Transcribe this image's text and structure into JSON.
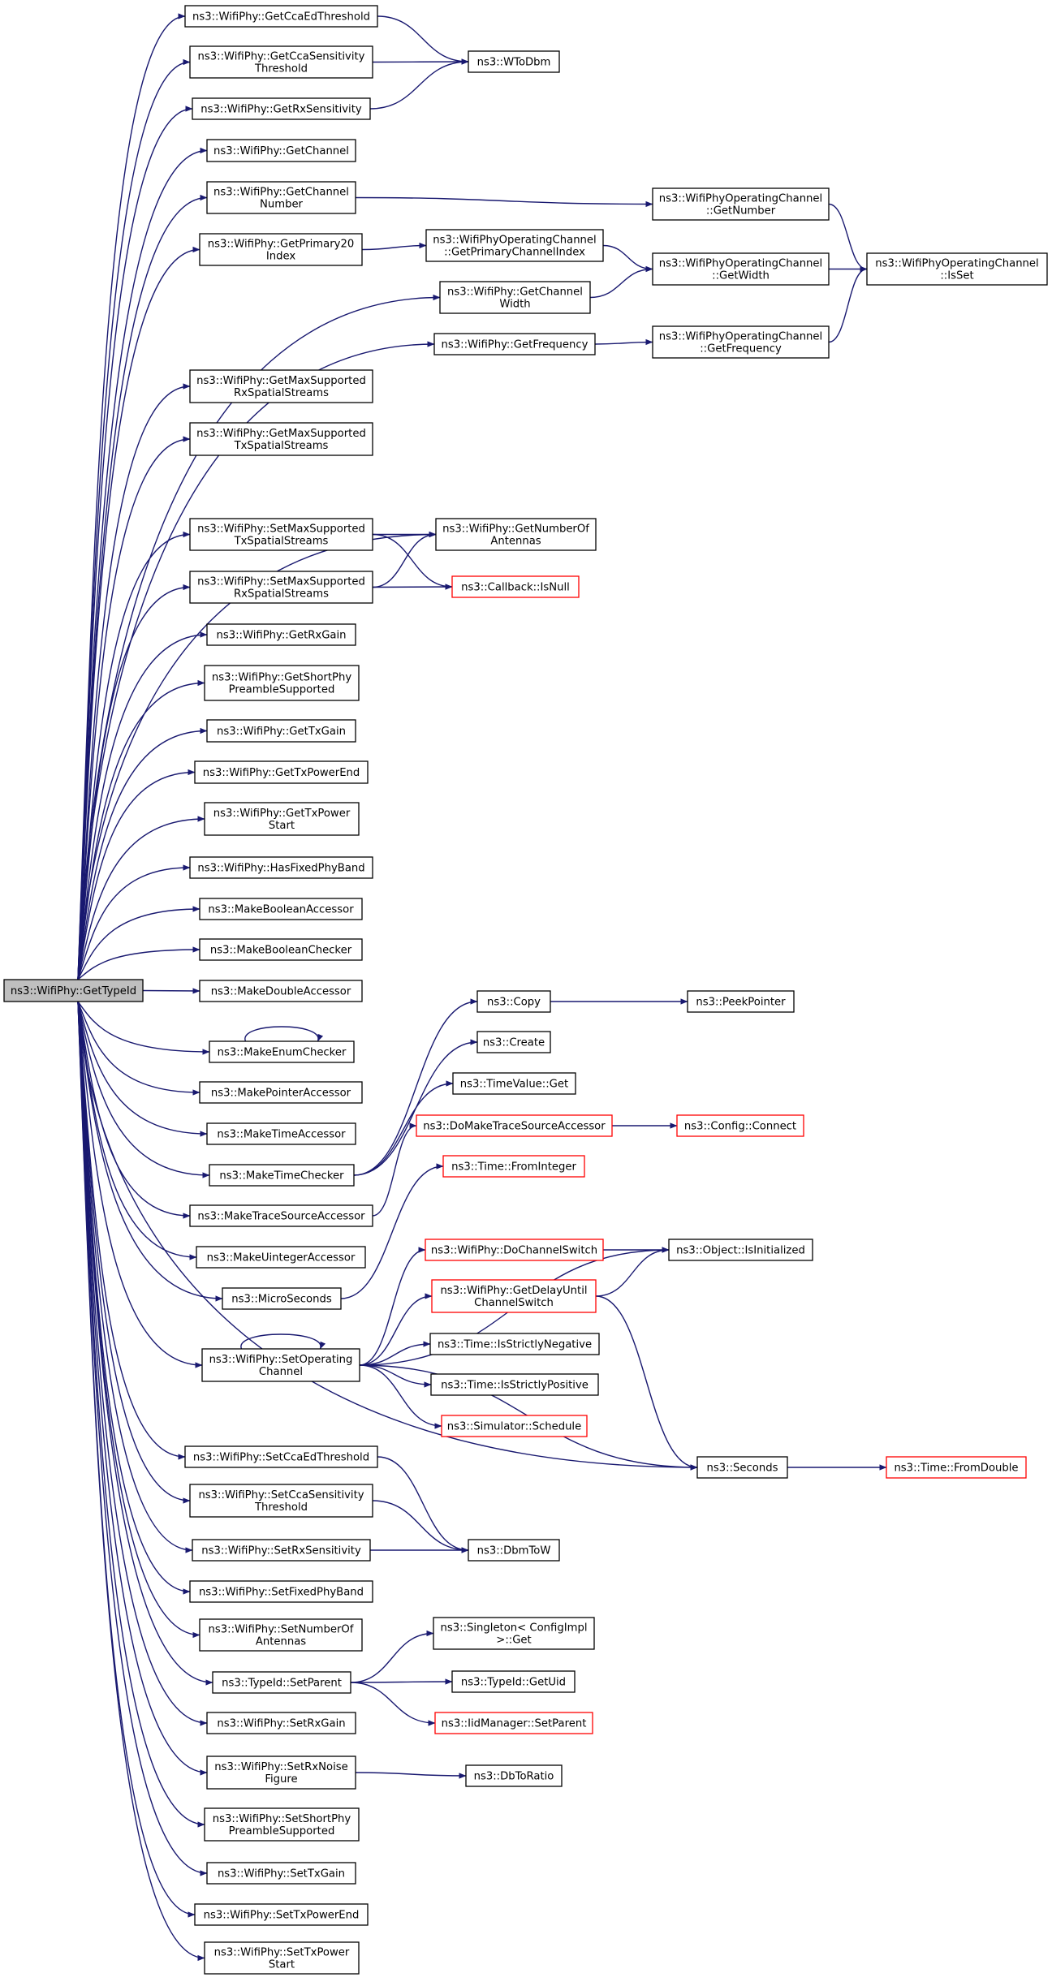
{
  "colors": {
    "edge": "#191970",
    "node_border": "#000000",
    "node_border_truncated": "#ff0000",
    "root_fill": "#bfbfbf",
    "node_fill": "#ffffff"
  },
  "root": "root",
  "nodes": {
    "root": {
      "label": [
        "ns3::WifiPhy::GetTypeId"
      ],
      "style": "root"
    },
    "getCcaEdThreshold": {
      "label": [
        "ns3::WifiPhy::GetCcaEdThreshold"
      ]
    },
    "getCcaSensitivityThreshold": {
      "label": [
        "ns3::WifiPhy::GetCcaSensitivity",
        "Threshold"
      ]
    },
    "wToDbm": {
      "label": [
        "ns3::WToDbm"
      ]
    },
    "getRxSensitivity": {
      "label": [
        "ns3::WifiPhy::GetRxSensitivity"
      ]
    },
    "getChannel": {
      "label": [
        "ns3::WifiPhy::GetChannel"
      ]
    },
    "getChannelNumber": {
      "label": [
        "ns3::WifiPhy::GetChannel",
        "Number"
      ]
    },
    "opGetNumber": {
      "label": [
        "ns3::WifiPhyOperatingChannel",
        "::GetNumber"
      ]
    },
    "getPrimary20Index": {
      "label": [
        "ns3::WifiPhy::GetPrimary20",
        "Index"
      ]
    },
    "opGetPrimaryChannelIndex": {
      "label": [
        "ns3::WifiPhyOperatingChannel",
        "::GetPrimaryChannelIndex"
      ]
    },
    "opGetWidth": {
      "label": [
        "ns3::WifiPhyOperatingChannel",
        "::GetWidth"
      ]
    },
    "opIsSet": {
      "label": [
        "ns3::WifiPhyOperatingChannel",
        "::IsSet"
      ]
    },
    "getChannelWidth": {
      "label": [
        "ns3::WifiPhy::GetChannel",
        "Width"
      ]
    },
    "getFrequency": {
      "label": [
        "ns3::WifiPhy::GetFrequency"
      ]
    },
    "opGetFrequency": {
      "label": [
        "ns3::WifiPhyOperatingChannel",
        "::GetFrequency"
      ]
    },
    "getMaxRx": {
      "label": [
        "ns3::WifiPhy::GetMaxSupported",
        "RxSpatialStreams"
      ]
    },
    "getMaxTx": {
      "label": [
        "ns3::WifiPhy::GetMaxSupported",
        "TxSpatialStreams"
      ]
    },
    "setMaxTx": {
      "label": [
        "ns3::WifiPhy::SetMaxSupported",
        "TxSpatialStreams"
      ]
    },
    "getNumAnt": {
      "label": [
        "ns3::WifiPhy::GetNumberOf",
        "Antennas"
      ]
    },
    "setMaxRx": {
      "label": [
        "ns3::WifiPhy::SetMaxSupported",
        "RxSpatialStreams"
      ]
    },
    "cbIsNull": {
      "label": [
        "ns3::Callback::IsNull"
      ],
      "style": "truncated"
    },
    "getRxGain": {
      "label": [
        "ns3::WifiPhy::GetRxGain"
      ]
    },
    "getShortPhy": {
      "label": [
        "ns3::WifiPhy::GetShortPhy",
        "PreambleSupported"
      ]
    },
    "getTxGain": {
      "label": [
        "ns3::WifiPhy::GetTxGain"
      ]
    },
    "getTxPowerEnd": {
      "label": [
        "ns3::WifiPhy::GetTxPowerEnd"
      ]
    },
    "getTxPowerStart": {
      "label": [
        "ns3::WifiPhy::GetTxPower",
        "Start"
      ]
    },
    "hasFixedPhyBand": {
      "label": [
        "ns3::WifiPhy::HasFixedPhyBand"
      ]
    },
    "makeBoolAcc": {
      "label": [
        "ns3::MakeBooleanAccessor"
      ]
    },
    "makeBoolChk": {
      "label": [
        "ns3::MakeBooleanChecker"
      ]
    },
    "makeDblAcc": {
      "label": [
        "ns3::MakeDoubleAccessor"
      ]
    },
    "copy": {
      "label": [
        "ns3::Copy"
      ]
    },
    "peekPointer": {
      "label": [
        "ns3::PeekPointer"
      ]
    },
    "makeEnumChk": {
      "label": [
        "ns3::MakeEnumChecker"
      ]
    },
    "create": {
      "label": [
        "ns3::Create"
      ]
    },
    "makePtrAcc": {
      "label": [
        "ns3::MakePointerAccessor"
      ]
    },
    "timeValueGet": {
      "label": [
        "ns3::TimeValue::Get"
      ]
    },
    "makeTimeAcc": {
      "label": [
        "ns3::MakeTimeAccessor"
      ]
    },
    "doMakeTrace": {
      "label": [
        "ns3::DoMakeTraceSourceAccessor"
      ],
      "style": "truncated"
    },
    "configConnect": {
      "label": [
        "ns3::Config::Connect"
      ],
      "style": "truncated"
    },
    "makeTimeChk": {
      "label": [
        "ns3::MakeTimeChecker"
      ]
    },
    "timeFromInteger": {
      "label": [
        "ns3::Time::FromInteger"
      ],
      "style": "truncated"
    },
    "makeTraceAcc": {
      "label": [
        "ns3::MakeTraceSourceAccessor"
      ]
    },
    "makeUintAcc": {
      "label": [
        "ns3::MakeUintegerAccessor"
      ]
    },
    "doChannelSwitch": {
      "label": [
        "ns3::WifiPhy::DoChannelSwitch"
      ],
      "style": "truncated"
    },
    "objIsInit": {
      "label": [
        "ns3::Object::IsInitialized"
      ]
    },
    "microSeconds": {
      "label": [
        "ns3::MicroSeconds"
      ]
    },
    "getDelayUntil": {
      "label": [
        "ns3::WifiPhy::GetDelayUntil",
        "ChannelSwitch"
      ],
      "style": "truncated"
    },
    "setOpChannel": {
      "label": [
        "ns3::WifiPhy::SetOperating",
        "Channel"
      ]
    },
    "isStrictlyNeg": {
      "label": [
        "ns3::Time::IsStrictlyNegative"
      ]
    },
    "isStrictlyPos": {
      "label": [
        "ns3::Time::IsStrictlyPositive"
      ]
    },
    "simSchedule": {
      "label": [
        "ns3::Simulator::Schedule"
      ],
      "style": "truncated"
    },
    "seconds": {
      "label": [
        "ns3::Seconds"
      ]
    },
    "timeFromDouble": {
      "label": [
        "ns3::Time::FromDouble"
      ],
      "style": "truncated"
    },
    "setCcaEd": {
      "label": [
        "ns3::WifiPhy::SetCcaEdThreshold"
      ]
    },
    "setCcaSens": {
      "label": [
        "ns3::WifiPhy::SetCcaSensitivity",
        "Threshold"
      ]
    },
    "dbmToW": {
      "label": [
        "ns3::DbmToW"
      ]
    },
    "setRxSens": {
      "label": [
        "ns3::WifiPhy::SetRxSensitivity"
      ]
    },
    "setFixedPhyBand": {
      "label": [
        "ns3::WifiPhy::SetFixedPhyBand"
      ]
    },
    "setNumAnt": {
      "label": [
        "ns3::WifiPhy::SetNumberOf",
        "Antennas"
      ]
    },
    "singletonGet": {
      "label": [
        "ns3::Singleton< ConfigImpl",
        " >::Get"
      ]
    },
    "typeIdSetParent": {
      "label": [
        "ns3::TypeId::SetParent"
      ]
    },
    "typeIdGetUid": {
      "label": [
        "ns3::TypeId::GetUid"
      ]
    },
    "iidSetParent": {
      "label": [
        "ns3::IidManager::SetParent"
      ],
      "style": "truncated"
    },
    "setRxGain": {
      "label": [
        "ns3::WifiPhy::SetRxGain"
      ]
    },
    "setRxNoise": {
      "label": [
        "ns3::WifiPhy::SetRxNoise",
        "Figure"
      ]
    },
    "dbToRatio": {
      "label": [
        "ns3::DbToRatio"
      ]
    },
    "setShortPhy": {
      "label": [
        "ns3::WifiPhy::SetShortPhy",
        "PreambleSupported"
      ]
    },
    "setTxGain": {
      "label": [
        "ns3::WifiPhy::SetTxGain"
      ]
    },
    "setTxPowerEnd": {
      "label": [
        "ns3::WifiPhy::SetTxPowerEnd"
      ]
    },
    "setTxPowerStart": {
      "label": [
        "ns3::WifiPhy::SetTxPower",
        "Start"
      ]
    }
  },
  "edges": [
    [
      "root",
      "getCcaEdThreshold"
    ],
    [
      "root",
      "getCcaSensitivityThreshold"
    ],
    [
      "root",
      "getRxSensitivity"
    ],
    [
      "root",
      "getChannel"
    ],
    [
      "root",
      "getChannelNumber"
    ],
    [
      "root",
      "getPrimary20Index"
    ],
    [
      "root",
      "getChannelWidth"
    ],
    [
      "root",
      "getFrequency"
    ],
    [
      "root",
      "getMaxRx"
    ],
    [
      "root",
      "getMaxTx"
    ],
    [
      "root",
      "getNumAnt"
    ],
    [
      "root",
      "setMaxTx"
    ],
    [
      "root",
      "setMaxRx"
    ],
    [
      "root",
      "getRxGain"
    ],
    [
      "root",
      "getShortPhy"
    ],
    [
      "root",
      "getTxGain"
    ],
    [
      "root",
      "getTxPowerEnd"
    ],
    [
      "root",
      "getTxPowerStart"
    ],
    [
      "root",
      "hasFixedPhyBand"
    ],
    [
      "root",
      "makeBoolAcc"
    ],
    [
      "root",
      "makeBoolChk"
    ],
    [
      "root",
      "makeDblAcc"
    ],
    [
      "root",
      "makeEnumChk"
    ],
    [
      "root",
      "makePtrAcc"
    ],
    [
      "root",
      "makeTimeAcc"
    ],
    [
      "root",
      "makeTimeChk"
    ],
    [
      "root",
      "makeTraceAcc"
    ],
    [
      "root",
      "makeUintAcc"
    ],
    [
      "root",
      "microSeconds"
    ],
    [
      "root",
      "setOpChannel"
    ],
    [
      "root",
      "seconds"
    ],
    [
      "root",
      "setCcaEd"
    ],
    [
      "root",
      "setCcaSens"
    ],
    [
      "root",
      "setRxSens"
    ],
    [
      "root",
      "setFixedPhyBand"
    ],
    [
      "root",
      "setNumAnt"
    ],
    [
      "root",
      "typeIdSetParent"
    ],
    [
      "root",
      "setRxGain"
    ],
    [
      "root",
      "setRxNoise"
    ],
    [
      "root",
      "setShortPhy"
    ],
    [
      "root",
      "setTxGain"
    ],
    [
      "root",
      "setTxPowerEnd"
    ],
    [
      "root",
      "setTxPowerStart"
    ],
    [
      "getCcaEdThreshold",
      "wToDbm"
    ],
    [
      "getCcaSensitivityThreshold",
      "wToDbm"
    ],
    [
      "getRxSensitivity",
      "wToDbm"
    ],
    [
      "getChannelNumber",
      "opGetNumber"
    ],
    [
      "opGetNumber",
      "opIsSet"
    ],
    [
      "getPrimary20Index",
      "opGetPrimaryChannelIndex"
    ],
    [
      "opGetPrimaryChannelIndex",
      "opGetWidth"
    ],
    [
      "opGetWidth",
      "opIsSet"
    ],
    [
      "getChannelWidth",
      "opGetWidth"
    ],
    [
      "getFrequency",
      "opGetFrequency"
    ],
    [
      "opGetFrequency",
      "opIsSet"
    ],
    [
      "setMaxTx",
      "getNumAnt"
    ],
    [
      "setMaxTx",
      "cbIsNull"
    ],
    [
      "setMaxRx",
      "getNumAnt"
    ],
    [
      "setMaxRx",
      "cbIsNull"
    ],
    [
      "makeEnumChk",
      "makeEnumChk"
    ],
    [
      "makeTimeChk",
      "copy"
    ],
    [
      "makeTimeChk",
      "create"
    ],
    [
      "makeTimeChk",
      "timeValueGet"
    ],
    [
      "copy",
      "peekPointer"
    ],
    [
      "makeTraceAcc",
      "doMakeTrace"
    ],
    [
      "doMakeTrace",
      "configConnect"
    ],
    [
      "microSeconds",
      "timeFromInteger"
    ],
    [
      "setOpChannel",
      "setOpChannel"
    ],
    [
      "setOpChannel",
      "doChannelSwitch"
    ],
    [
      "setOpChannel",
      "objIsInit"
    ],
    [
      "setOpChannel",
      "getDelayUntil"
    ],
    [
      "setOpChannel",
      "isStrictlyNeg"
    ],
    [
      "setOpChannel",
      "isStrictlyPos"
    ],
    [
      "setOpChannel",
      "simSchedule"
    ],
    [
      "setOpChannel",
      "seconds"
    ],
    [
      "doChannelSwitch",
      "objIsInit"
    ],
    [
      "getDelayUntil",
      "objIsInit"
    ],
    [
      "getDelayUntil",
      "seconds"
    ],
    [
      "seconds",
      "timeFromDouble"
    ],
    [
      "setCcaEd",
      "dbmToW"
    ],
    [
      "setCcaSens",
      "dbmToW"
    ],
    [
      "setRxSens",
      "dbmToW"
    ],
    [
      "typeIdSetParent",
      "singletonGet"
    ],
    [
      "typeIdSetParent",
      "typeIdGetUid"
    ],
    [
      "typeIdSetParent",
      "iidSetParent"
    ],
    [
      "setRxNoise",
      "dbToRatio"
    ]
  ]
}
